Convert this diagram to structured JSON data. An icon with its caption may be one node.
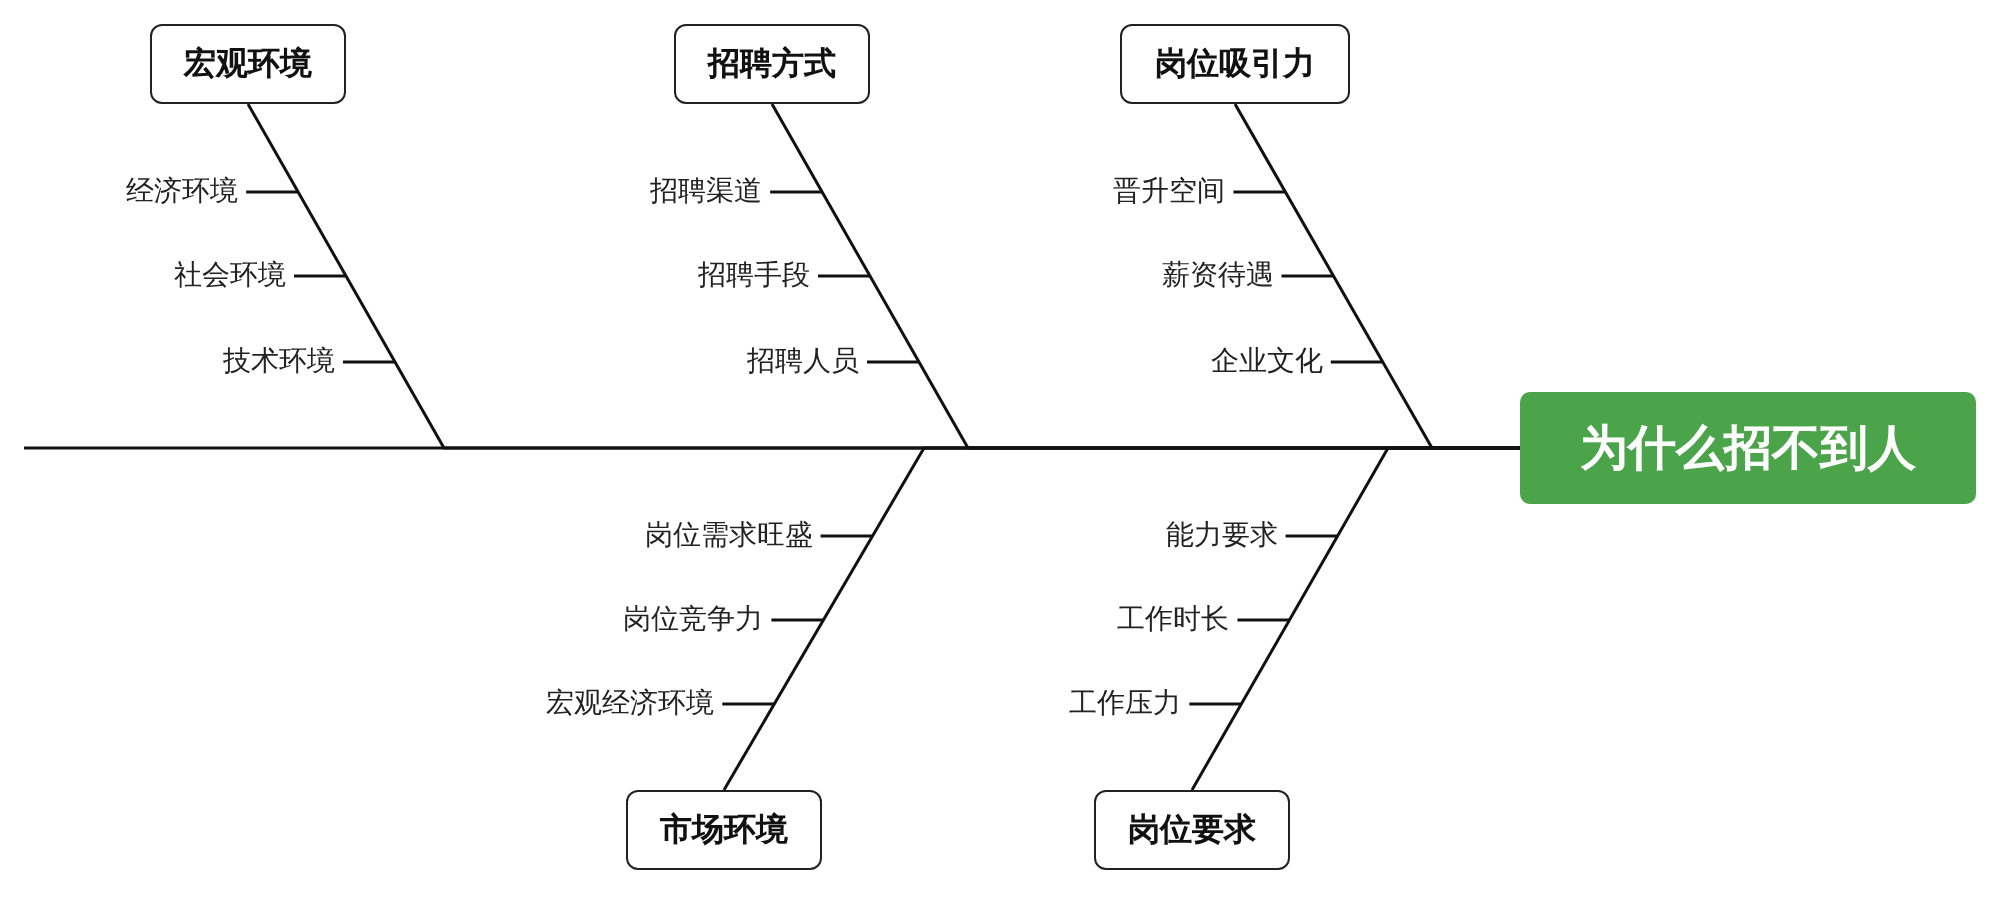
{
  "diagram": {
    "nodes": [
      {
        "text": [
          "宏观环境"
        ]
      },
      {
        "text": [
          "经济环境"
        ]
      },
      {
        "text": [
          "社会环境"
        ]
      },
      {
        "text": [
          "技术环境"
        ]
      },
      {
        "text": [
          "招聘方式"
        ]
      },
      {
        "text": [
          "招聘渠道"
        ]
      },
      {
        "text": [
          "招聘手段"
        ]
      },
      {
        "text": [
          "招聘人员"
        ]
      },
      {
        "text": [
          "岗位吸引力"
        ]
      },
      {
        "text": [
          "晋升空间"
        ]
      },
      {
        "text": [
          "薪资待遇"
        ]
      },
      {
        "text": [
          "企业文化"
        ]
      },
      {
        "text": [
          "为什么招不到人"
        ]
      },
      {
        "text": [
          "岗位需求旺盛"
        ]
      },
      {
        "text": [
          "岗位竞争力"
        ]
      },
      {
        "text": [
          "宏观经济环境"
        ]
      },
      {
        "text": [
          "能力要求"
        ]
      },
      {
        "text": [
          "工作时长"
        ]
      },
      {
        "text": [
          "工作压力"
        ]
      },
      {
        "text": [
          "市场环境"
        ]
      },
      {
        "text": [
          "岗位要求"
        ]
      }
    ],
    "edges": [
      {
        "from": null,
        "to": 12,
        "arrow": "none"
      },
      {
        "from": 0,
        "to": 12,
        "arrow": "none"
      },
      {
        "from": 4,
        "to": 12,
        "arrow": "none"
      },
      {
        "from": 8,
        "to": 12,
        "arrow": "none"
      },
      {
        "from": 19,
        "to": 12,
        "arrow": "none"
      },
      {
        "from": 20,
        "to": 12,
        "arrow": "none"
      },
      {
        "from": 1,
        "to": null,
        "arrow": "none"
      },
      {
        "from": 2,
        "to": null,
        "arrow": "none"
      },
      {
        "from": 3,
        "to": null,
        "arrow": "none"
      },
      {
        "from": 5,
        "to": null,
        "arrow": "none"
      },
      {
        "from": 6,
        "to": null,
        "arrow": "none"
      },
      {
        "from": 7,
        "to": null,
        "arrow": "none"
      },
      {
        "from": 9,
        "to": null,
        "arrow": "none"
      },
      {
        "from": 10,
        "to": null,
        "arrow": "none"
      },
      {
        "from": 11,
        "to": null,
        "arrow": "none"
      },
      {
        "from": 13,
        "to": null,
        "arrow": "none"
      },
      {
        "from": 14,
        "to": null,
        "arrow": "none"
      },
      {
        "from": 15,
        "to": null,
        "arrow": "none"
      },
      {
        "from": 16,
        "to": null,
        "arrow": "none"
      },
      {
        "from": 17,
        "to": null,
        "arrow": "none"
      },
      {
        "from": 18,
        "to": null,
        "arrow": "none"
      }
    ]
  }
}
